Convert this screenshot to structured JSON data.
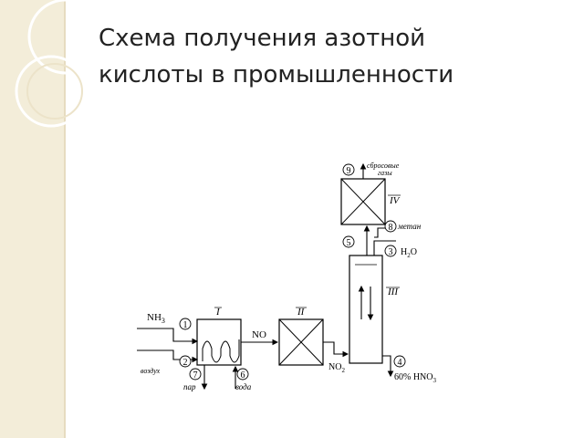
{
  "slide": {
    "title_line1": "Схема получения азотной",
    "title_line2": "кислоты в промышленности"
  },
  "diagram": {
    "roman": [
      "I",
      "II",
      "III",
      "IV"
    ],
    "numbers": [
      "1",
      "2",
      "3",
      "4",
      "5",
      "6",
      "7",
      "8",
      "9"
    ],
    "labels": {
      "nh3_main": "NH",
      "nh3_sub": "3",
      "air": "воздух",
      "steam": "пар",
      "water": "вода",
      "no": "NO",
      "no2_main": "NO",
      "no2_sub": "2",
      "h2o_main": "H",
      "h2o_sub": "2",
      "h2o_tail": "O",
      "methane": "метан",
      "exhaust1": "сбросовые",
      "exhaust2": "газы",
      "hno3_main": "60% HNO",
      "hno3_sub": "3"
    },
    "colors": {
      "line": "#000000",
      "sidebar": "#f3edd9"
    }
  }
}
